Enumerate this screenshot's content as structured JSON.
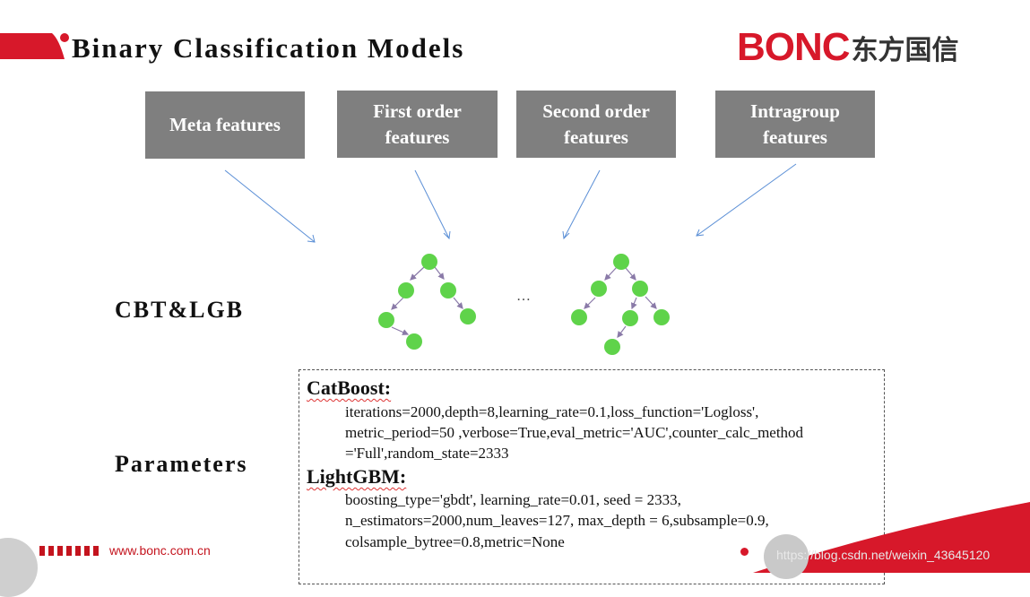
{
  "header": {
    "title": "Binary Classification Models",
    "logo_latin": "BONC",
    "logo_cjk": "东方国信"
  },
  "features": [
    {
      "label_lines": [
        "Meta features"
      ]
    },
    {
      "label_lines": [
        "First order",
        "features"
      ]
    },
    {
      "label_lines": [
        "Second order",
        "features"
      ]
    },
    {
      "label_lines": [
        "Intragroup",
        "features"
      ]
    }
  ],
  "rows": {
    "models_label": "CBT&LGB",
    "params_label": "Parameters"
  },
  "trees": {
    "ellipsis": "…",
    "node_color": "#5fd34a",
    "arrow_color": "#8a7aa8"
  },
  "params": {
    "catboost": {
      "name": "CatBoost:",
      "lines": [
        "iterations=2000,depth=8,learning_rate=0.1,loss_function='Logloss',",
        "metric_period=50 ,verbose=True,eval_metric='AUC',counter_calc_method",
        "='Full',random_state=2333"
      ]
    },
    "lightgbm": {
      "name": "LightGBM:",
      "lines": [
        "boosting_type='gbdt', learning_rate=0.01, seed = 2333,",
        "n_estimators=2000,num_leaves=127, max_depth = 6,subsample=0.9,",
        "colsample_bytree=0.8,metric=None"
      ]
    }
  },
  "footer": {
    "url": "www.bonc.com.cn",
    "watermark": "https://blog.csdn.net/weixin_43645120"
  },
  "colors": {
    "brand_red": "#d7182a",
    "feature_box": "#7f7f7f",
    "connector_blue": "#5b8fd6"
  }
}
